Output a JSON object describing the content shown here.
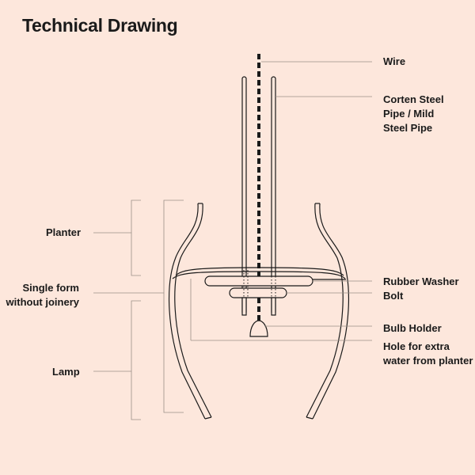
{
  "title": "Technical Drawing",
  "labels": {
    "wire": "Wire",
    "pipe": [
      "Corten Steel",
      "Pipe / Mild",
      "Steel Pipe"
    ],
    "rubber_washer": "Rubber Washer",
    "bolt": "Bolt",
    "bulb_holder": "Bulb Holder",
    "hole": [
      "Hole for extra",
      "water from planter"
    ],
    "planter": "Planter",
    "single_form": [
      "Single form",
      "without joinery"
    ],
    "lamp": "Lamp"
  },
  "colors": {
    "background": "#fde7dc",
    "stroke": "#1a1a1a",
    "leader": "#9a9088"
  }
}
